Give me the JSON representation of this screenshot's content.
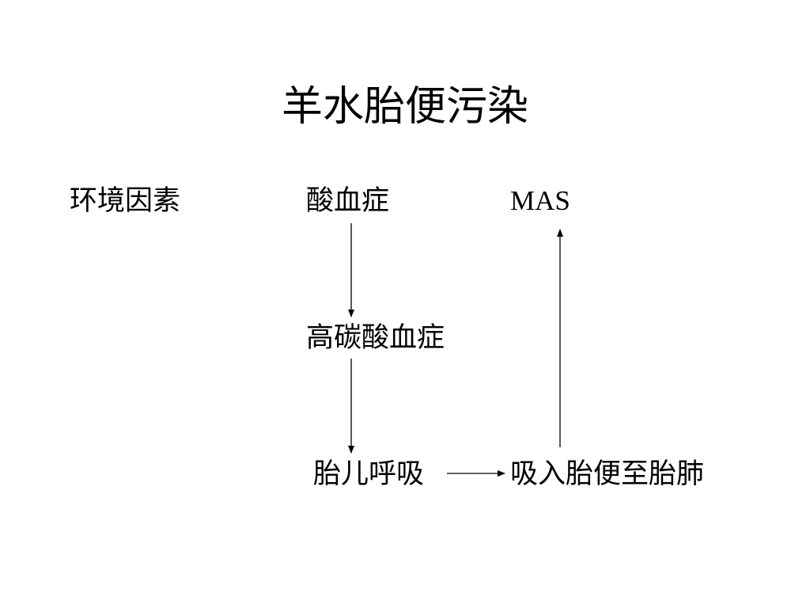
{
  "slide": {
    "title": "羊水胎便污染"
  },
  "nodes": {
    "environment": "环境因素",
    "acidemia": "酸血症",
    "mas": "MAS",
    "hypercapnic_acidemia": "高碳酸血症",
    "fetal_breathing": "胎儿呼吸",
    "meconium_inhalation": "吸入胎便至胎肺"
  },
  "colors": {
    "text": "#000000",
    "background": "#ffffff",
    "arrow": "#000000"
  }
}
